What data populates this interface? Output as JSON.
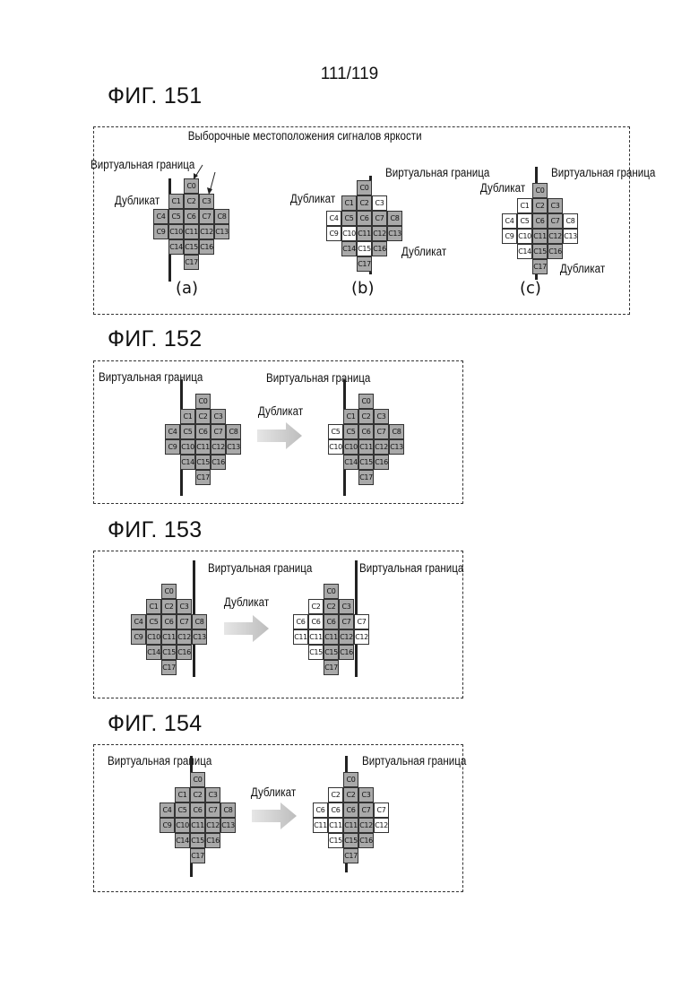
{
  "page_number": "111/119",
  "labels": {
    "virtual_boundary": "Виртуальная граница",
    "duplicate": "Дубликат",
    "sample_positions": "Выборочные местоположения сигналов яркости"
  },
  "figures": [
    {
      "title": "ФИГ. 151",
      "subfigures": [
        "(a)",
        "(b)",
        "(c)"
      ]
    },
    {
      "title": "ФИГ. 152"
    },
    {
      "title": "ФИГ. 153"
    },
    {
      "title": "ФИГ. 154"
    }
  ],
  "cells": [
    {
      "id": "c0",
      "label": "C0"
    },
    {
      "id": "c1",
      "label": "C1"
    },
    {
      "id": "c2",
      "label": "C2"
    },
    {
      "id": "c3",
      "label": "C3"
    },
    {
      "id": "c4",
      "label": "C4"
    },
    {
      "id": "c5",
      "label": "C5"
    },
    {
      "id": "c6",
      "label": "C6"
    },
    {
      "id": "c7",
      "label": "C7"
    },
    {
      "id": "c8",
      "label": "C8"
    },
    {
      "id": "c9",
      "label": "C9"
    },
    {
      "id": "c10",
      "label": "C10"
    },
    {
      "id": "c11",
      "label": "C11"
    },
    {
      "id": "c12",
      "label": "C12"
    },
    {
      "id": "c13",
      "label": "C13"
    },
    {
      "id": "c14",
      "label": "C14"
    },
    {
      "id": "c15",
      "label": "C15"
    },
    {
      "id": "c16",
      "label": "C16"
    },
    {
      "id": "c17",
      "label": "C17"
    }
  ],
  "patterns": {
    "orig": [
      "C0",
      "C1",
      "C2",
      "C3",
      "C4",
      "C5",
      "C6",
      "C7",
      "C8",
      "C9",
      "C10",
      "C11",
      "C12",
      "C13",
      "C14",
      "C15",
      "C16",
      "C17"
    ],
    "a": [
      "C0",
      "C1",
      "C2",
      "C3",
      "C4",
      "C5",
      "C6",
      "C7",
      "C8",
      "C9",
      "C10",
      "C11",
      "C12",
      "C13",
      "C14",
      "C15",
      "C16",
      "C17"
    ],
    "b": [
      "C0",
      "C1",
      "C2",
      "C3",
      "C4",
      "C5",
      "C6",
      "C7",
      "C8",
      "C9",
      "C10",
      "C11",
      "C12",
      "C13",
      "C14",
      "C15",
      "C16",
      "C17"
    ],
    "c": [
      "C0",
      "C1",
      "C2",
      "C3",
      "C4",
      "C5",
      "C6",
      "C7",
      "C8",
      "C9",
      "C10",
      "C11",
      "C12",
      "C13",
      "C14",
      "C15",
      "C16",
      "C17"
    ],
    "f152r": [
      "C0",
      "C1",
      "C2",
      "C3",
      "C5",
      "C5",
      "C6",
      "C7",
      "C8",
      "C10",
      "C10",
      "C11",
      "C12",
      "C13",
      "C14",
      "C15",
      "C16",
      "C17"
    ],
    "f153r": [
      "C0",
      "C2",
      "C2",
      "C3",
      "C6",
      "C6",
      "C6",
      "C7",
      "C7",
      "C11",
      "C11",
      "C11",
      "C12",
      "C12",
      "C15",
      "C15",
      "C16",
      "C17"
    ],
    "f154r": [
      "C0",
      "C2",
      "C2",
      "C3",
      "C6",
      "C6",
      "C6",
      "C7",
      "C7",
      "C11",
      "C11",
      "C11",
      "C12",
      "C12",
      "C15",
      "C15",
      "C16",
      "C17"
    ]
  },
  "colors": {
    "sample": "#a9a9a9",
    "duplicate": "#ffffff",
    "line": "#222222"
  }
}
